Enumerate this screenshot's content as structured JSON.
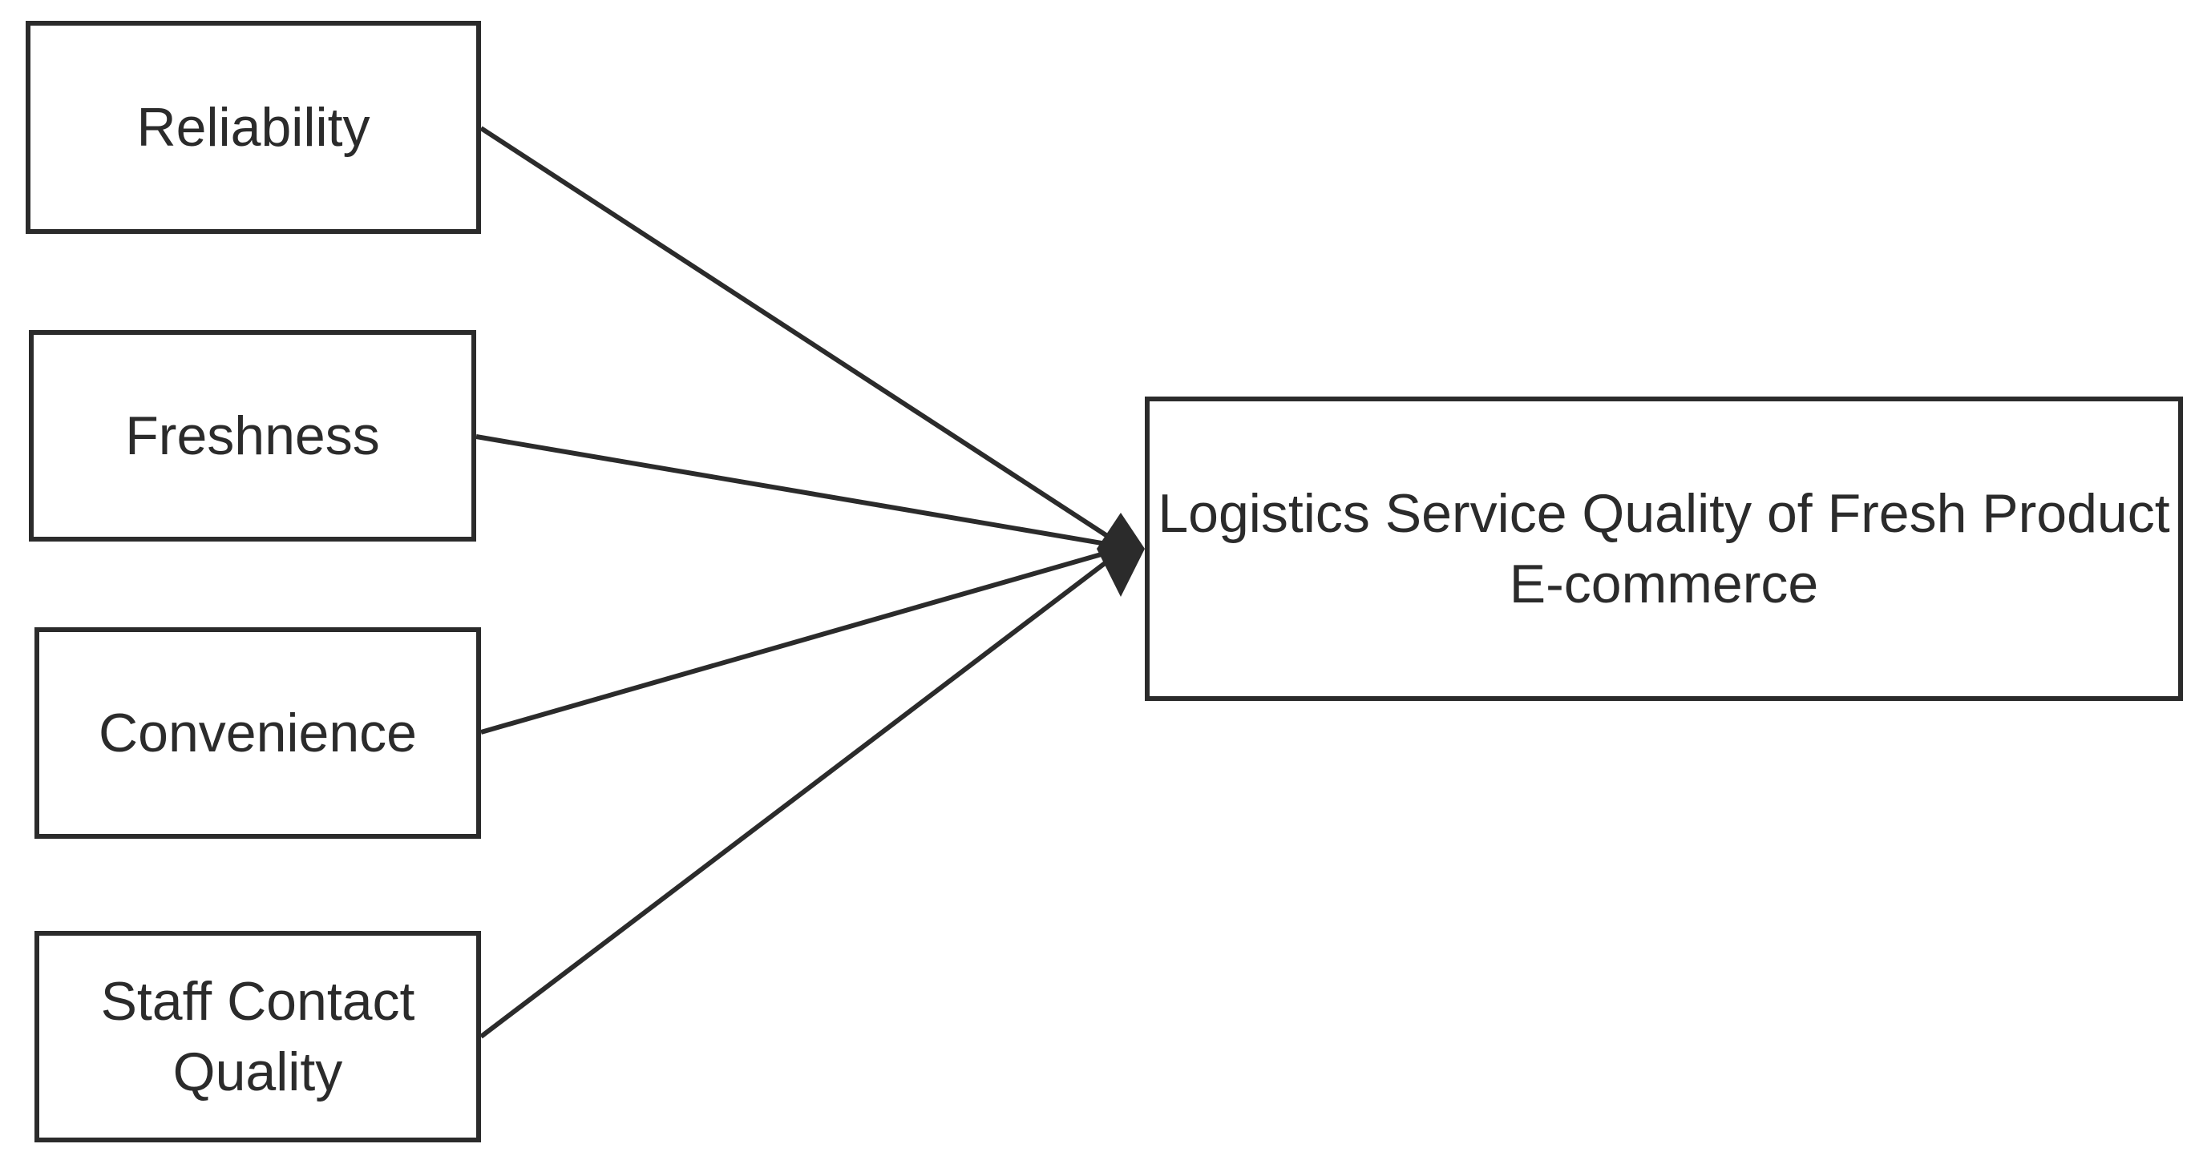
{
  "diagram": {
    "sources": [
      {
        "label": "Reliability"
      },
      {
        "label": "Freshness"
      },
      {
        "label": "Convenience"
      },
      {
        "label": "Staff Contact Quality"
      }
    ],
    "target": {
      "label": "Logistics Service Quality of Fresh Product E-commerce"
    },
    "edges": [
      {
        "from": "Reliability",
        "to": "Logistics Service Quality of Fresh Product E-commerce"
      },
      {
        "from": "Freshness",
        "to": "Logistics Service Quality of Fresh Product E-commerce"
      },
      {
        "from": "Convenience",
        "to": "Logistics Service Quality of Fresh Product E-commerce"
      },
      {
        "from": "Staff Contact Quality",
        "to": "Logistics Service Quality of Fresh Product E-commerce"
      }
    ],
    "colors": {
      "stroke": "#2b2b2b",
      "background": "#ffffff"
    }
  }
}
